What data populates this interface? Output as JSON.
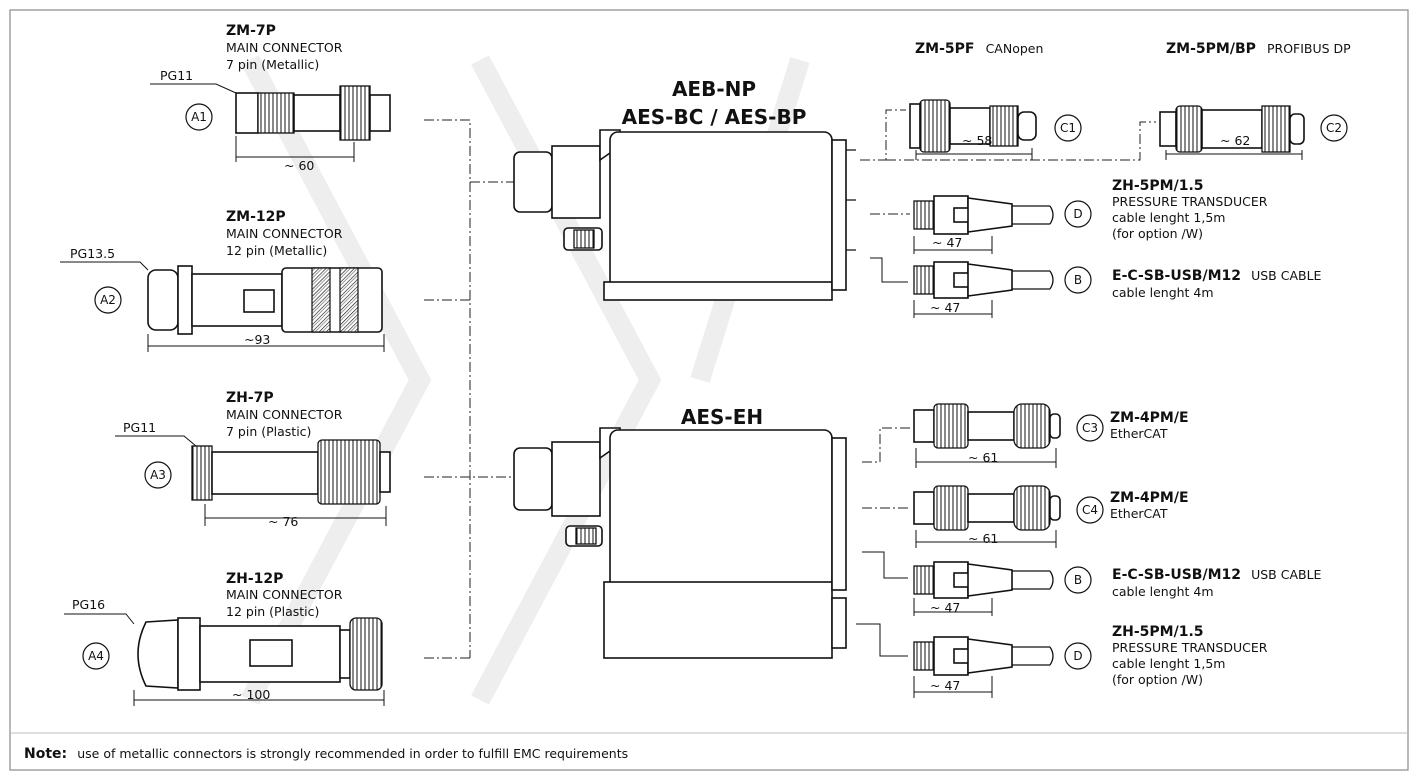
{
  "connectors": {
    "a1": {
      "code": "ZM-7P",
      "line1": "MAIN CONNECTOR",
      "line2": "7 pin (Metallic)",
      "pg": "PG11",
      "tag": "A1",
      "dim": "~ 60"
    },
    "a2": {
      "code": "ZM-12P",
      "line1": "MAIN CONNECTOR",
      "line2": "12 pin (Metallic)",
      "pg": "PG13.5",
      "tag": "A2",
      "dim": "~93"
    },
    "a3": {
      "code": "ZH-7P",
      "line1": "MAIN CONNECTOR",
      "line2": "7 pin (Plastic)",
      "pg": "PG11",
      "tag": "A3",
      "dim": "~ 76"
    },
    "a4": {
      "code": "ZH-12P",
      "line1": "MAIN CONNECTOR",
      "line2": "12 pin (Plastic)",
      "pg": "PG16",
      "tag": "A4",
      "dim": "~ 100"
    }
  },
  "units": {
    "top_line1": "AEB-NP",
    "top_line2": "AES-BC / AES-BP",
    "bottom": "AES-EH"
  },
  "fieldbus": {
    "c1": {
      "code": "ZM-5PF",
      "desc": "CANopen",
      "tag": "C1",
      "dim": "~ 58"
    },
    "c2": {
      "code": "ZM-5PM/BP",
      "desc": "PROFIBUS DP",
      "tag": "C2",
      "dim": "~ 62"
    },
    "c3": {
      "code": "ZM-4PM/E",
      "desc": "EtherCAT",
      "tag": "C3",
      "dim": "~ 61"
    },
    "c4": {
      "code": "ZM-4PM/E",
      "desc": "EtherCAT",
      "tag": "C4",
      "dim": "~ 61"
    }
  },
  "accessories": {
    "d_top": {
      "code": "ZH-5PM/1.5",
      "line1": "PRESSURE TRANSDUCER",
      "line2": "cable lenght 1,5m",
      "line3": "(for option /W)",
      "tag": "D",
      "dim": "~ 47"
    },
    "b_top": {
      "code": "E-C-SB-USB/M12",
      "desc": "USB CABLE",
      "line1": "cable lenght 4m",
      "tag": "B",
      "dim": "~ 47"
    },
    "b_bot": {
      "code": "E-C-SB-USB/M12",
      "desc": "USB CABLE",
      "line1": "cable lenght 4m",
      "tag": "B",
      "dim": "~ 47"
    },
    "d_bot": {
      "code": "ZH-5PM/1.5",
      "line1": "PRESSURE TRANSDUCER",
      "line2": "cable lenght 1,5m",
      "line3": "(for option /W)",
      "tag": "D",
      "dim": "~ 47"
    }
  },
  "note": {
    "label": "Note:",
    "text": "use of metallic connectors is strongly recommended in order to fulfill EMC requirements"
  }
}
